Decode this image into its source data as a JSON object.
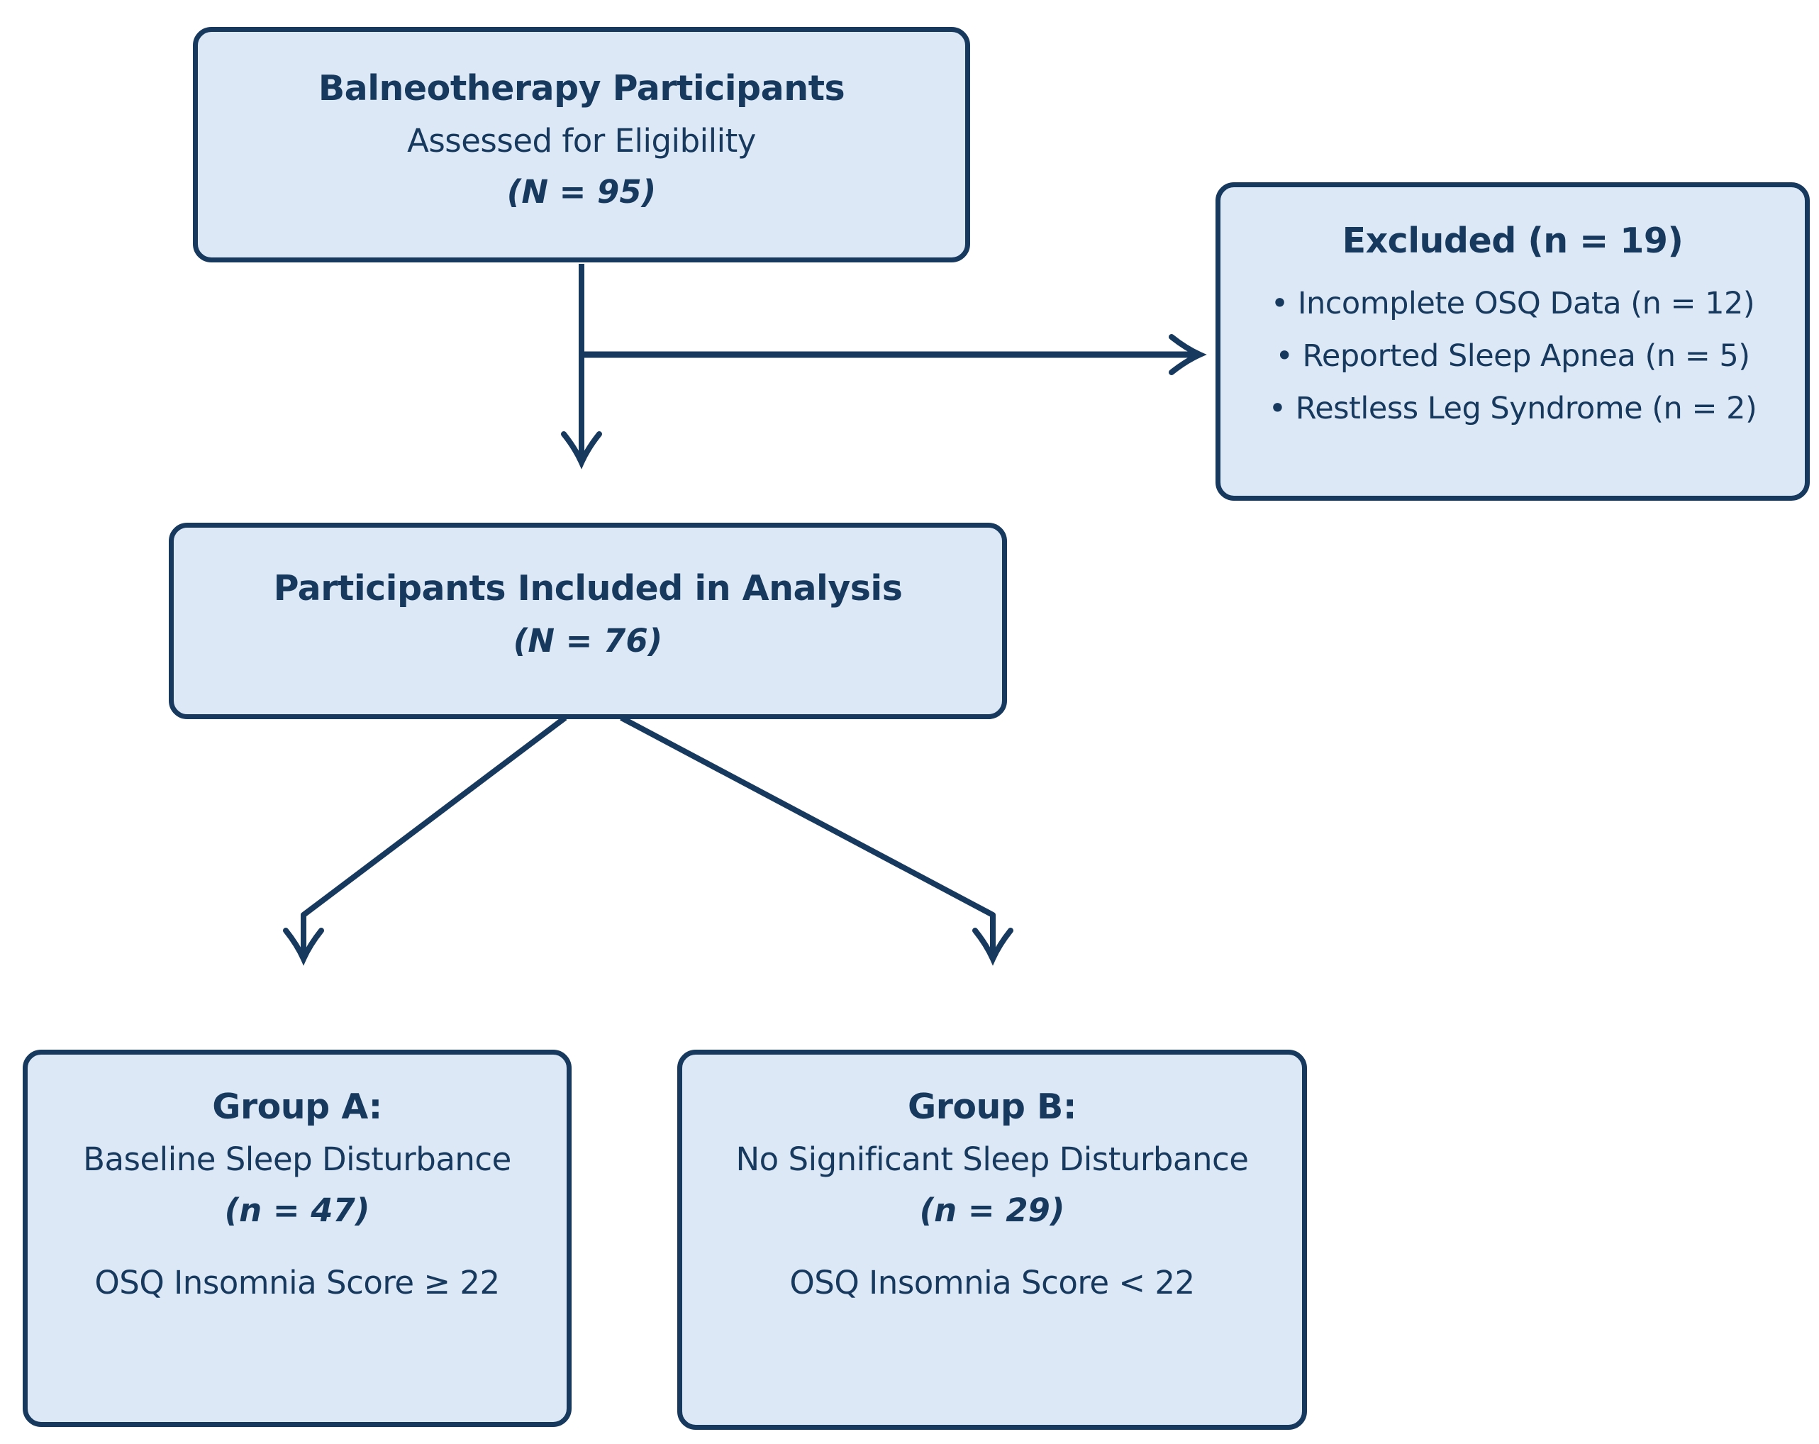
{
  "eligibility": {
    "title": "Balneotherapy Participants",
    "subtitle": "Assessed for Eligibility",
    "n": "(N = 95)"
  },
  "excluded": {
    "title": "Excluded (n = 19)",
    "items": [
      "• Incomplete OSQ Data (n = 12)",
      "• Reported Sleep Apnea (n = 5)",
      "• Restless Leg Syndrome (n = 2)"
    ]
  },
  "included": {
    "title": "Participants Included in Analysis",
    "n": "(N = 76)"
  },
  "group_a": {
    "title": "Group A:",
    "subtitle": "Baseline Sleep Disturbance",
    "n": "(n = 47)",
    "criteria": "OSQ Insomnia Score ≥ 22"
  },
  "group_b": {
    "title": "Group B:",
    "subtitle": "No Significant Sleep Disturbance",
    "n": "(n = 29)",
    "criteria": "OSQ Insomnia Score < 22"
  },
  "colors": {
    "box_fill": "#dce8f5",
    "box_border": "#17395e",
    "text": "#17395e",
    "arrow": "#17395e",
    "background": "#ffffff"
  }
}
